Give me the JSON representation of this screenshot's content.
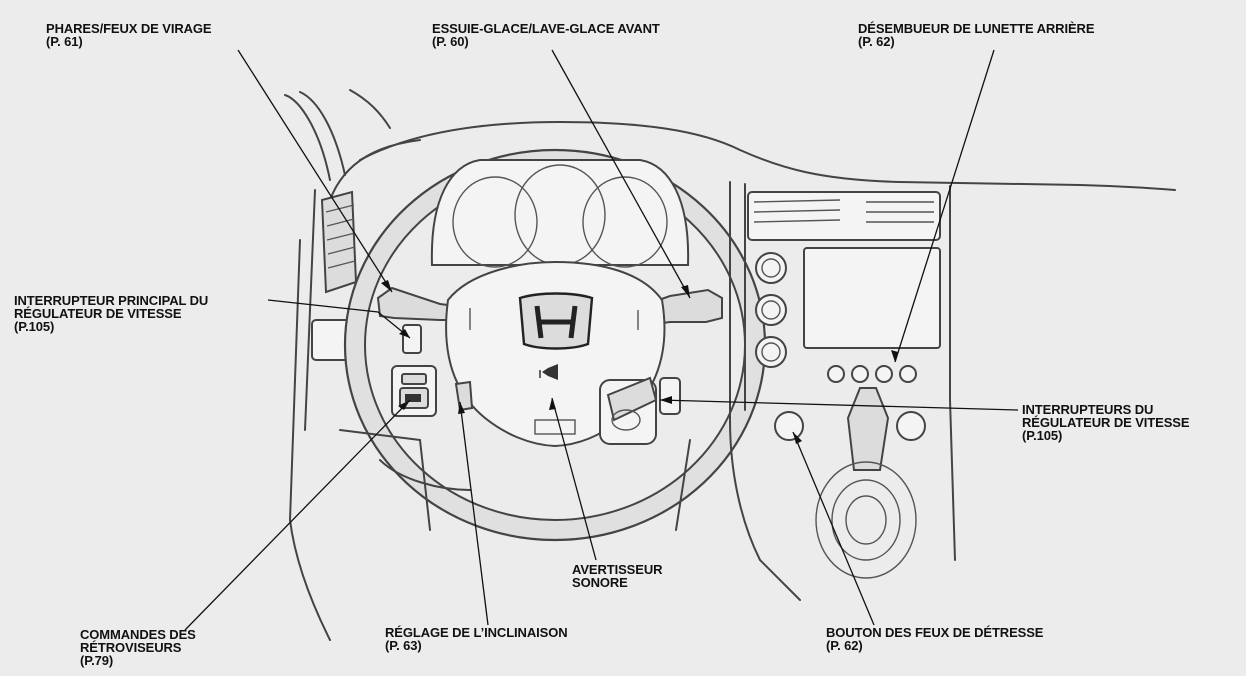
{
  "labels": {
    "headlights": {
      "line1": "PHARES/FEUX DE VIRAGE",
      "line2": "(P. 61)"
    },
    "wipers": {
      "line1": "ESSUIE-GLACE/LAVE-GLACE AVANT",
      "line2": "(P. 60)"
    },
    "defroster": {
      "line1": "DÉSEMBUEUR DE LUNETTE ARRIÈRE",
      "line2": "(P. 62)"
    },
    "cruise_main": {
      "line1": "INTERRUPTEUR PRINCIPAL DU",
      "line2": "RÉGULATEUR DE VITESSE",
      "line3": "(P.105)"
    },
    "cruise_switches": {
      "line1": "INTERRUPTEURS DU",
      "line2": "RÉGULATEUR DE VITESSE",
      "line3": "(P.105)"
    },
    "horn": {
      "line1": "AVERTISSEUR",
      "line2": "SONORE"
    },
    "mirrors": {
      "line1": "COMMANDES DES",
      "line2": "RÉTROVISEURS",
      "line3": "(P.79)"
    },
    "tilt": {
      "line1": "RÉGLAGE DE L’INCLINAISON",
      "line2": "(P. 63)"
    },
    "hazard": {
      "line1": "BOUTON DES FEUX DE DÉTRESSE",
      "line2": "(P. 62)"
    }
  },
  "icons": {
    "logo": "honda-logo-icon",
    "horn": "horn-icon"
  }
}
